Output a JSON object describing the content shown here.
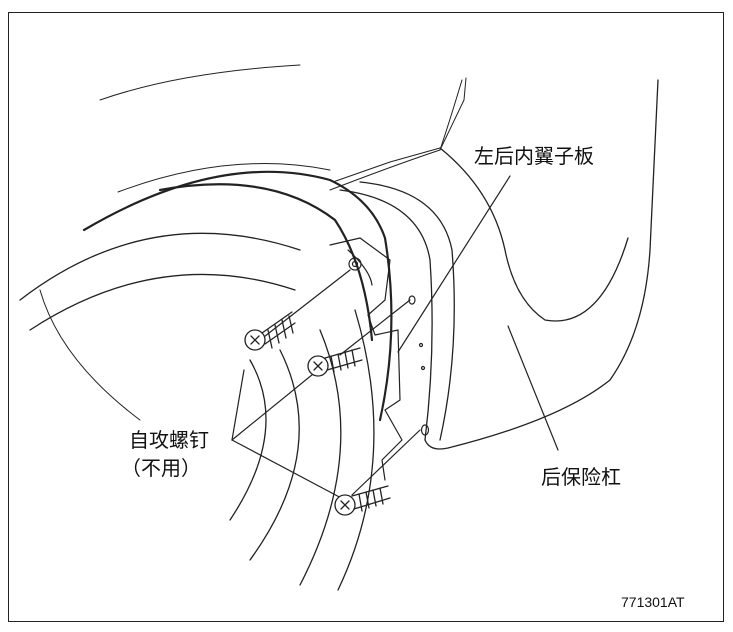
{
  "labels": {
    "inner_fender": "左后内翼子板",
    "screws_line1": "自攻螺钉",
    "screws_line2": "（不用）",
    "rear_bumper": "后保险杠"
  },
  "figure_code": "771301AT",
  "colors": {
    "line": "#222222",
    "background": "#ffffff"
  }
}
